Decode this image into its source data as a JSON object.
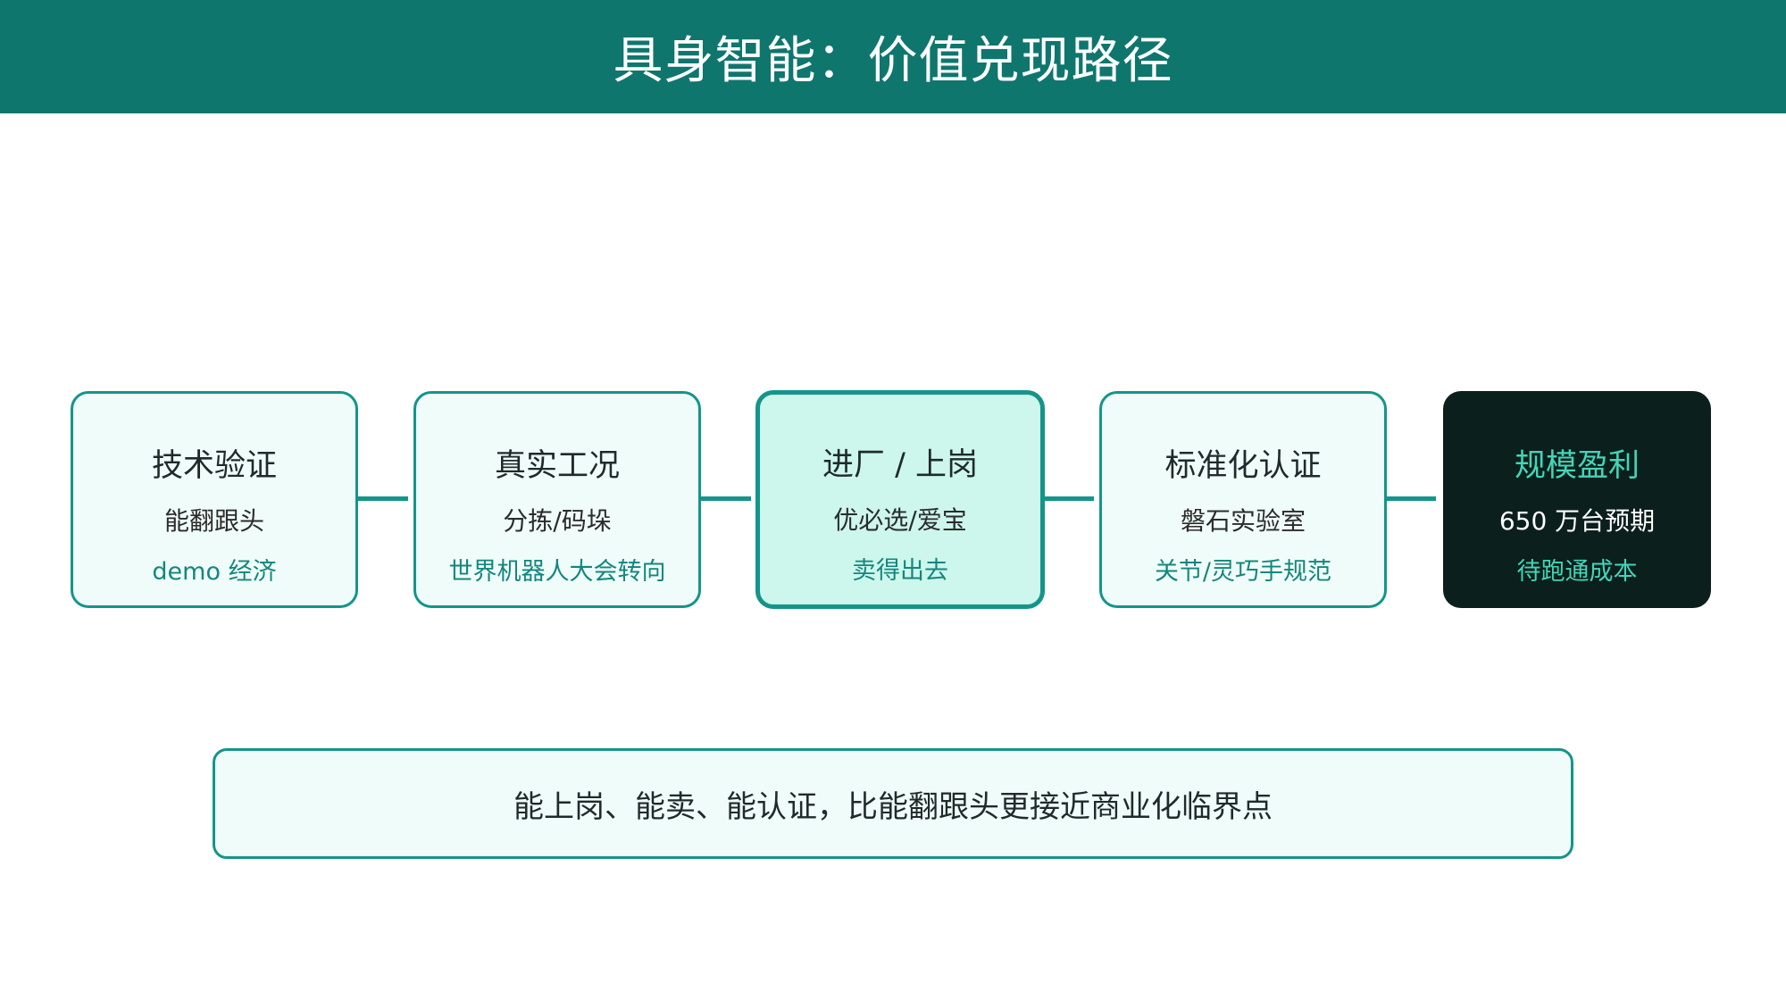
{
  "header": {
    "title": "具身智能：价值兑现路径"
  },
  "steps": [
    {
      "title": "技术验证",
      "line1": "能翻跟头",
      "line2": "demo 经济"
    },
    {
      "title": "真实工况",
      "line1": "分拣/码垛",
      "line2": "世界机器人大会转向"
    },
    {
      "title": "进厂 / 上岗",
      "line1": "优必选/爱宝",
      "line2": "卖得出去"
    },
    {
      "title": "标准化认证",
      "line1": "磐石实验室",
      "line2": "关节/灵巧手规范"
    },
    {
      "title": "规模盈利",
      "line1": "650 万台预期",
      "line2": "待跑通成本"
    }
  ],
  "summary": {
    "text": "能上岗、能卖、能认证，比能翻跟头更接近商业化临界点"
  },
  "colors": {
    "header_bg": "#0f766e",
    "accent": "#14958a",
    "card_bg": "#f0fcf9",
    "highlight_bg": "#cdf7ec",
    "dark_bg": "#0b1f1c",
    "dark_accent": "#43d5b8"
  }
}
